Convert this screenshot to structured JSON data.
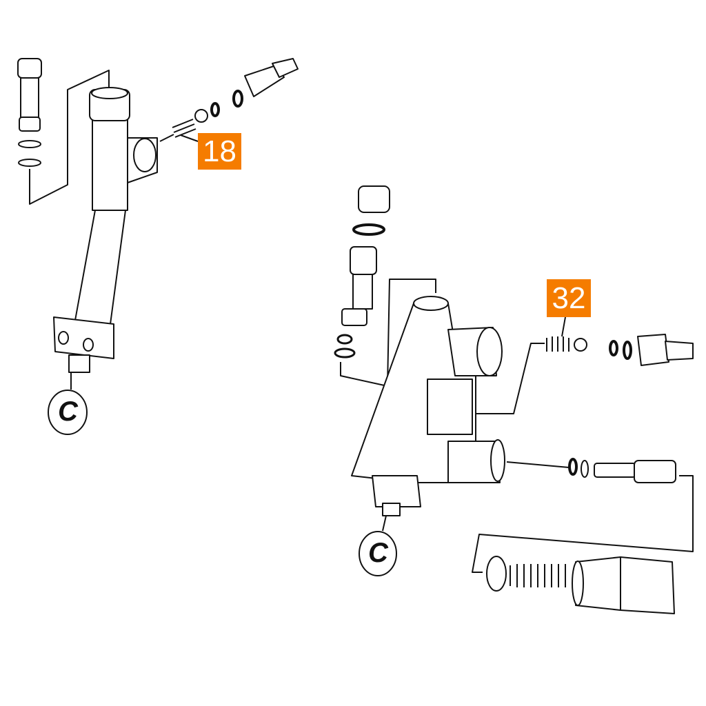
{
  "callouts": [
    {
      "number": "18"
    },
    {
      "number": "32"
    }
  ],
  "connector_labels": [
    "C",
    "C"
  ],
  "colors": {
    "callout": "#f57c00",
    "line": "#111111",
    "fill": "#ffffff"
  }
}
